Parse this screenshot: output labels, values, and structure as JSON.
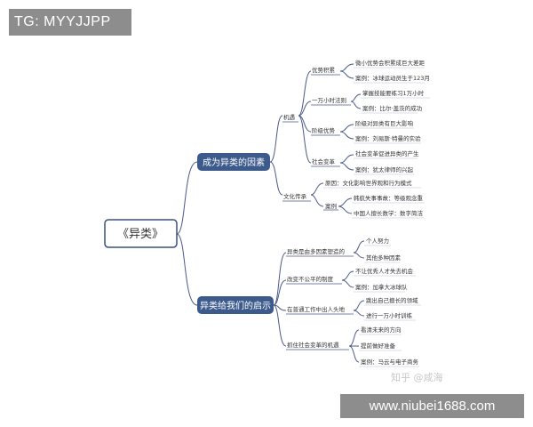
{
  "watermark_top": "TG: MYYJJPP",
  "watermark_bottom": "www.niubei1688.com",
  "zhihu_watermark": "知乎 @咸海",
  "root": "《异类》",
  "branch1": {
    "title": "成为异类的因素",
    "opportunity": {
      "label": "机遇",
      "groups": [
        {
          "label": "优势积累",
          "items": [
            "微小优势会积累成巨大差距",
            "案例：冰球运动员生于123月"
          ]
        },
        {
          "label": "一万小时法则",
          "items": [
            "掌握技能要练习1万小时",
            "案例：比尔·盖茨的成功"
          ]
        },
        {
          "label": "阶级优势",
          "items": [
            "阶级对异类有巨大影响",
            "案例：刘易斯·特曼的实验"
          ]
        },
        {
          "label": "社会变革",
          "items": [
            "社会变革促进异类的产生",
            "案例：犹太律师的兴起"
          ]
        }
      ]
    },
    "culture": {
      "label": "文化传承",
      "cause": "原因：文化影响世界观和行为模式",
      "case_label": "案例",
      "cases": [
        "韩航失事事故：等级观念重",
        "中国人擅长数学：数字简洁"
      ]
    }
  },
  "branch2": {
    "title": "异类给我们的启示",
    "groups": [
      {
        "label": "异类是由多因素塑造的",
        "items": [
          "个人努力",
          "其他多种因素"
        ]
      },
      {
        "label": "改变不公平的制度",
        "items": [
          "不让优秀人才失去机会",
          "案例：加拿大冰球队"
        ]
      },
      {
        "label": "在普通工作中出人头地",
        "items": [
          "跳出自己擅长的领域",
          "进行一万小时训练"
        ]
      },
      {
        "label": "抓住社会变革的机遇",
        "items": [
          "看清未来的方向",
          "提前做好准备",
          "案例：马云与电子商务"
        ]
      }
    ]
  }
}
